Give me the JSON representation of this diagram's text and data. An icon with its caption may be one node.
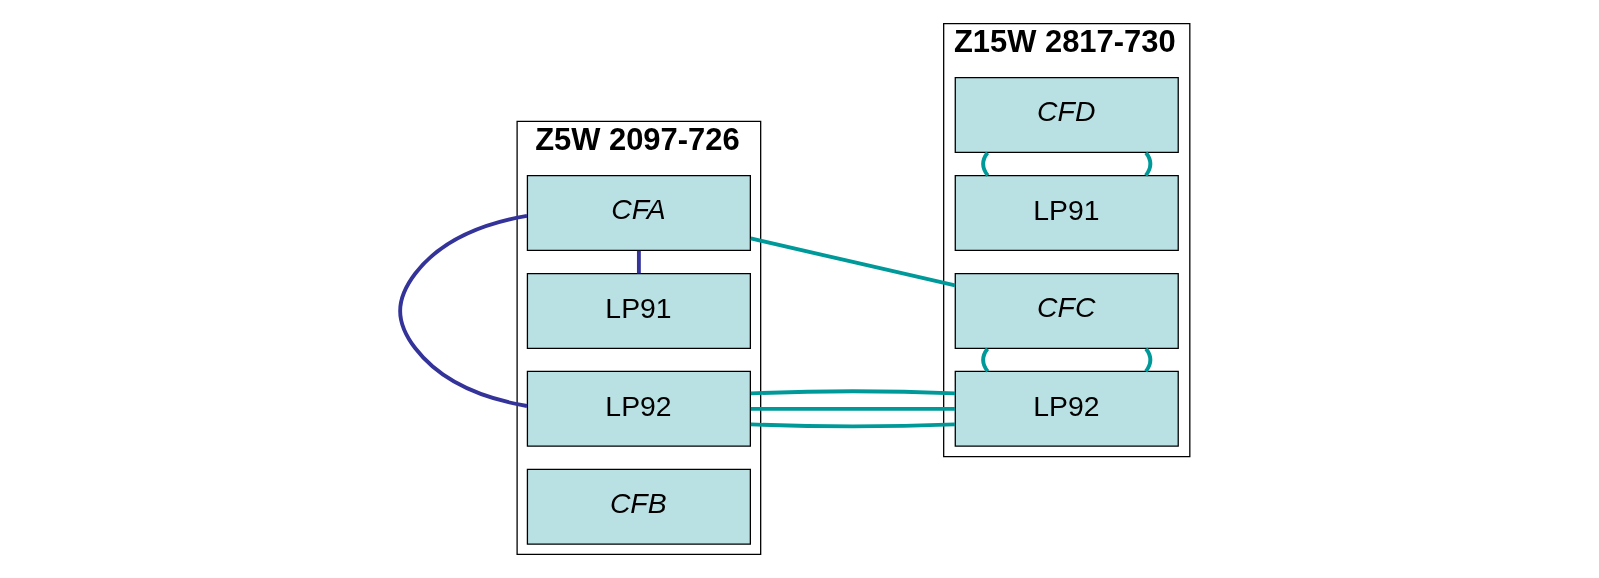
{
  "diagram": {
    "nodes": [
      {
        "text": [
          "Z5W 2097-726"
        ]
      },
      {
        "text": [
          "LP91"
        ],
        "in": 0
      },
      {
        "text": [
          "LP92"
        ],
        "in": 0
      },
      {
        "text": [
          "CFA"
        ],
        "in": 0
      },
      {
        "text": [
          "CFB"
        ],
        "in": 0
      },
      {
        "text": [
          "Z15W 2817-730"
        ]
      },
      {
        "text": [
          "LP91"
        ],
        "in": 5
      },
      {
        "text": [
          "LP92"
        ],
        "in": 5
      },
      {
        "text": [
          "CFC"
        ],
        "in": 5
      },
      {
        "text": [
          "CFD"
        ],
        "in": 5
      }
    ],
    "edges": [
      {
        "from": 1,
        "to": 3,
        "arrow": "none",
        "color": "#333399"
      },
      {
        "from": 2,
        "to": 3,
        "arrow": "none",
        "color": "#333399"
      },
      {
        "from": 2,
        "to": 7,
        "arrow": "none"
      },
      {
        "from": 2,
        "to": 7,
        "arrow": "none"
      },
      {
        "from": 2,
        "to": 7,
        "arrow": "none"
      },
      {
        "from": 3,
        "to": 8,
        "arrow": "none"
      },
      {
        "from": 6,
        "to": 9,
        "arrow": "none"
      },
      {
        "from": 6,
        "to": 9,
        "arrow": "none"
      },
      {
        "from": 7,
        "to": 8,
        "arrow": "none"
      },
      {
        "from": 7,
        "to": 8,
        "arrow": "none"
      }
    ]
  }
}
